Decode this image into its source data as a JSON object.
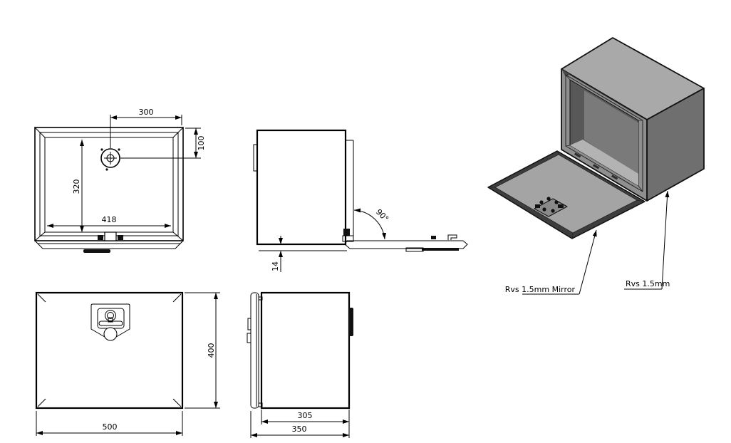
{
  "drawing": {
    "type": "technical-cad-drawing",
    "subject": "stainless steel toolbox with drop-down door, multi-view engineering drawing",
    "views": {
      "front_open": {
        "dim_hole_offset_x": "300",
        "dim_hole_offset_y": "100",
        "dim_opening_height": "320",
        "dim_opening_width": "418"
      },
      "side_open": {
        "dim_base_thickness": "14",
        "dim_door_angle": "90°"
      },
      "front_closed": {
        "dim_height": "400",
        "dim_width": "500"
      },
      "side_closed": {
        "dim_body_depth": "305",
        "dim_total_depth": "350"
      },
      "isometric": {
        "label_door_material": "Rvs 1.5mm Mirror",
        "label_body_material": "Rvs 1.5mm"
      }
    },
    "colors": {
      "background": "#ffffff",
      "line": "#000000",
      "iso_top": "#a9a9a9",
      "iso_right": "#6f6f6f",
      "iso_front": "#8f8f8f",
      "iso_interior_wall": "#585858",
      "iso_back_wall": "#7a7a7a",
      "iso_floor": "#b3b3b3",
      "iso_door_rim": "#3d3d3d",
      "iso_door_face": "#a4a4a4",
      "iso_seam": "#333333"
    }
  }
}
